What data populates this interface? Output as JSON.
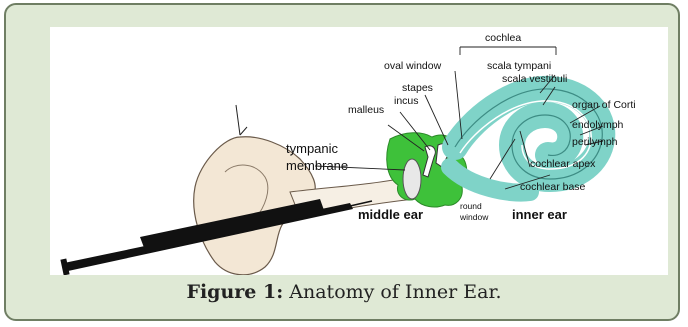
{
  "labels": {
    "cochlea": "cochlea",
    "oval_window": "oval window",
    "scala_tympani": "scala tympani",
    "scala_vestibuli": "scala vestibuli",
    "stapes": "stapes",
    "incus": "incus",
    "malleus": "malleus",
    "organ_of_corti": "organ of Corti",
    "endolymph": "endolymph",
    "perilymph": "perilymph",
    "tympanic": "tympanic",
    "membrane": "membrane",
    "cochlear_apex": "cochlear apex",
    "cochlear_base": "cochlear base",
    "round": "round",
    "window": "window",
    "middle_ear": "middle ear",
    "inner_ear": "inner ear"
  },
  "caption": {
    "prefix": "Figure 1:",
    "text": " Anatomy of Inner Ear."
  },
  "colors": {
    "frame_bg": "#dfe9d5",
    "middle_ear_green": "#3ec13a",
    "cochlea_teal": "#7fd3c8",
    "ear_skin": "#f3e7d5",
    "syringe": "#111111"
  }
}
